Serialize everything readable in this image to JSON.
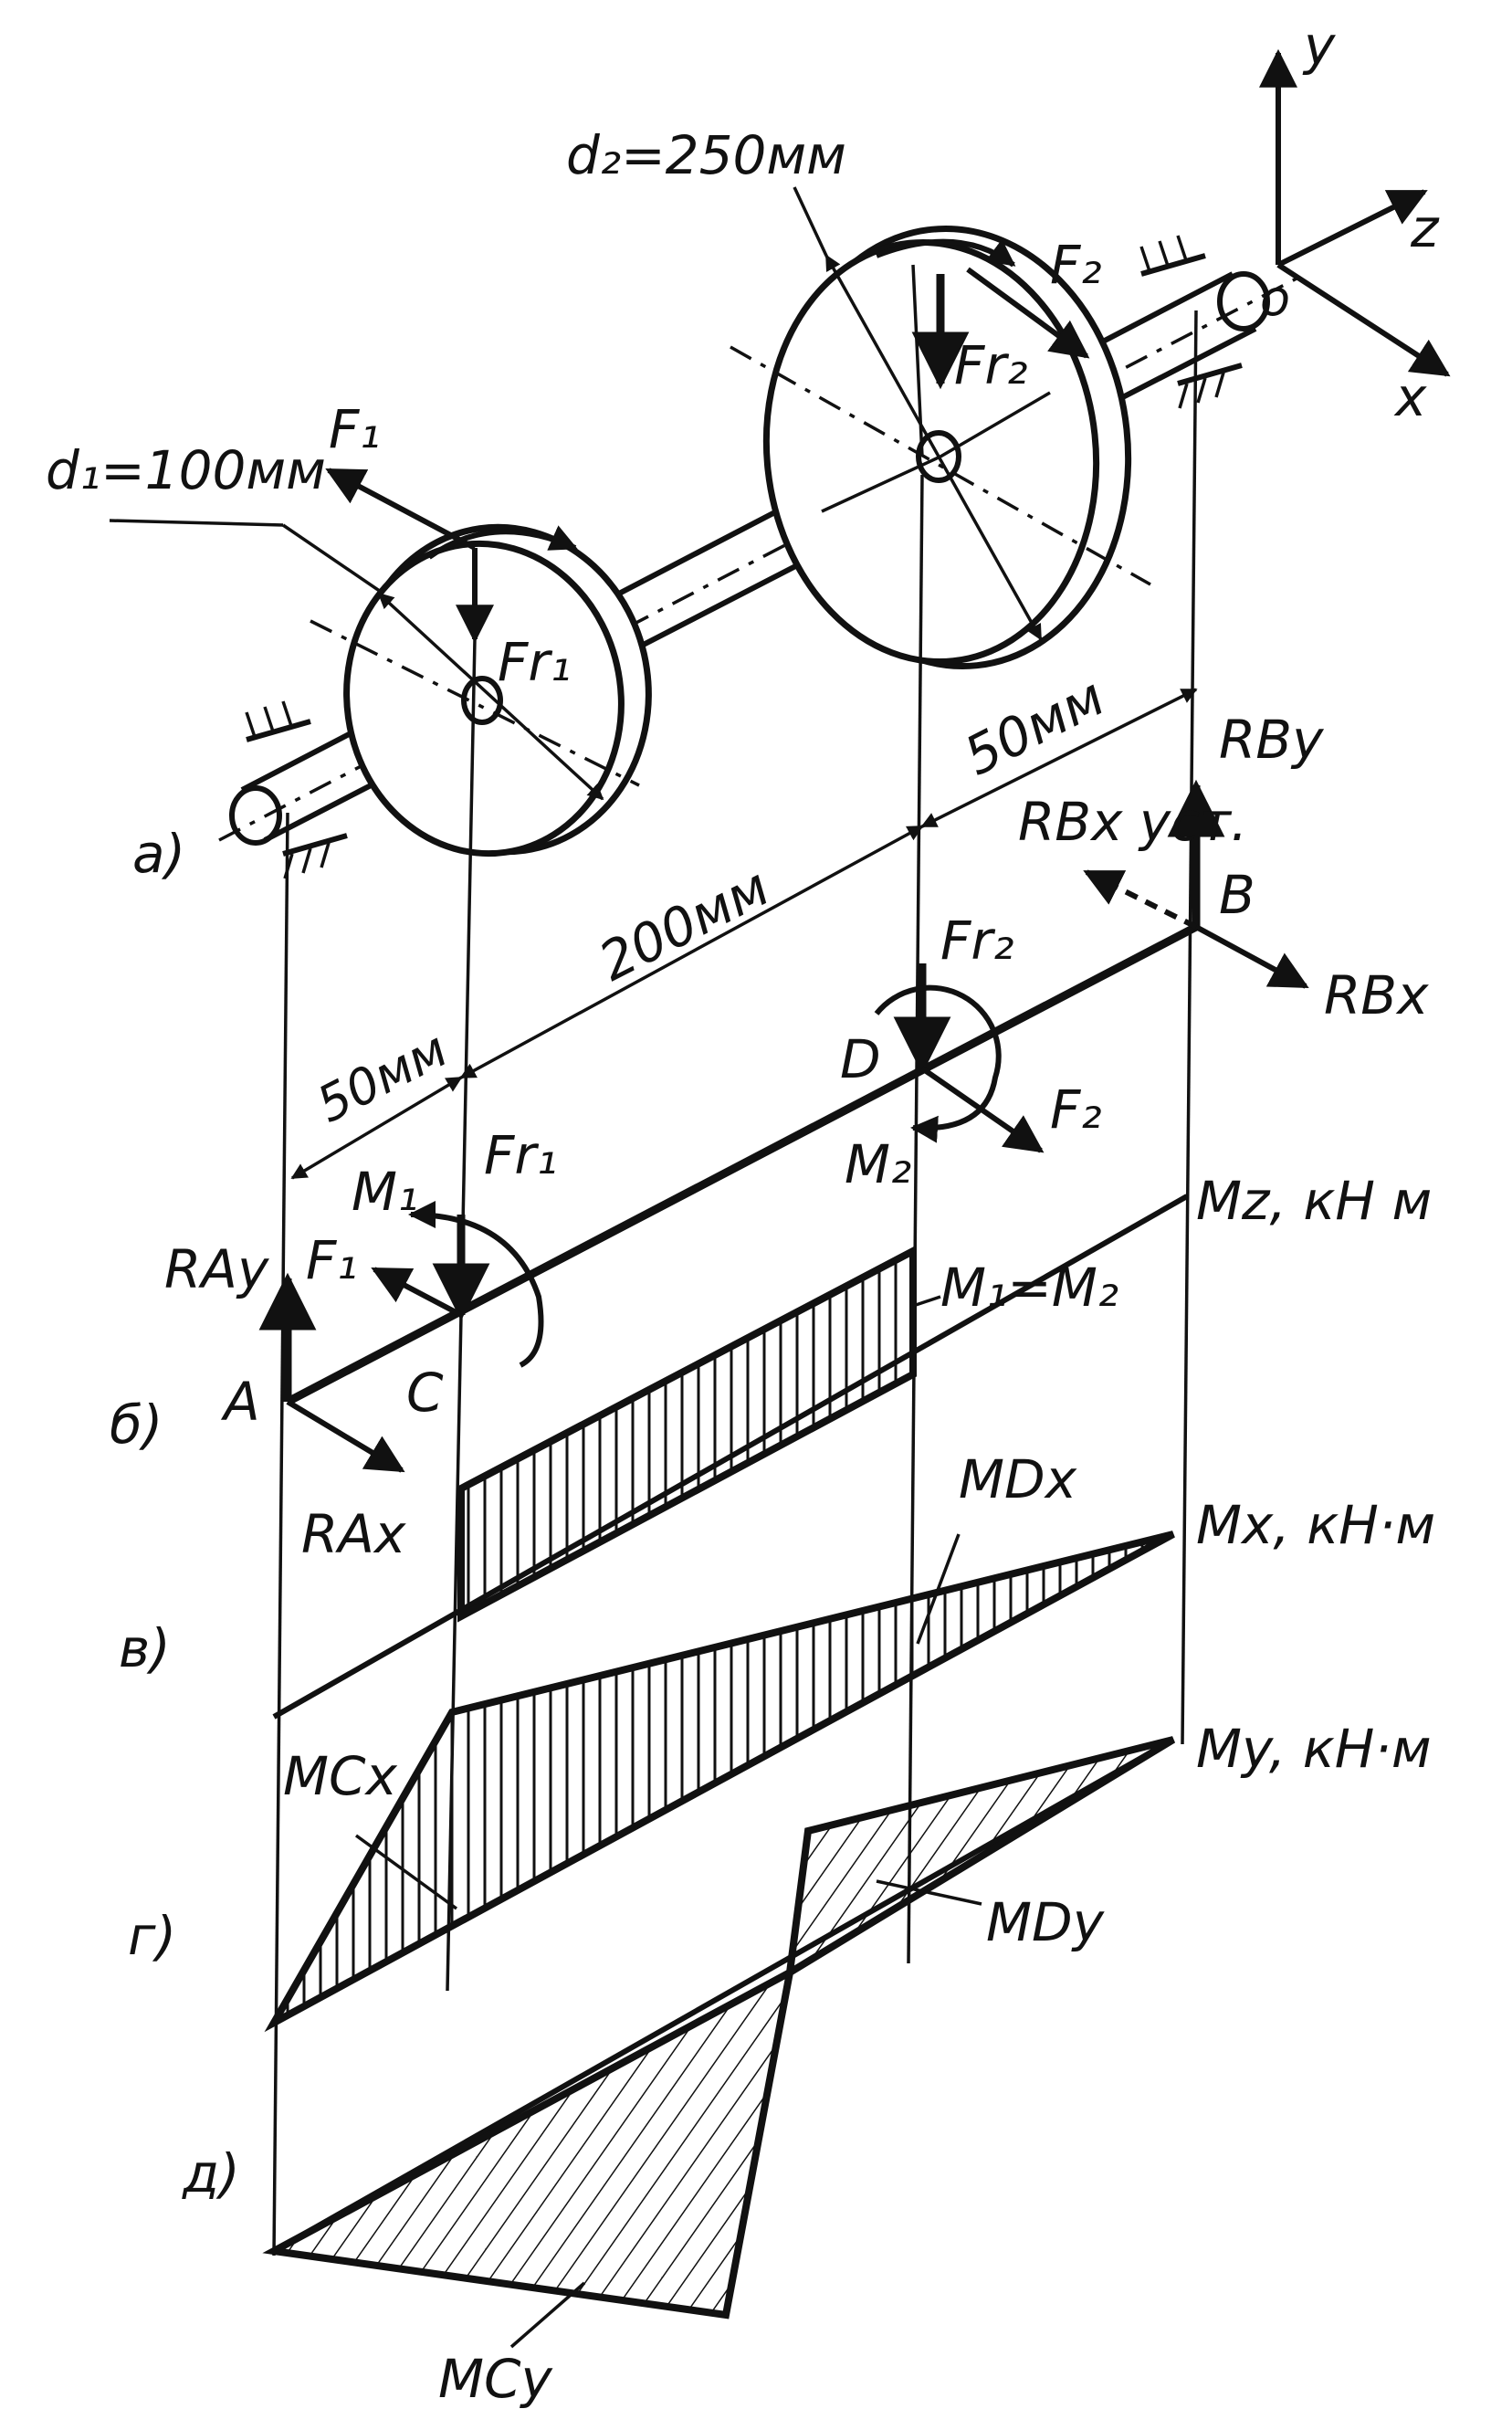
{
  "labels": {
    "d1": "d₁=100мм",
    "d2": "d₂=250мм",
    "F1_top": "F₁",
    "F2_top": "F₂",
    "Fr1_top": "Fr₁",
    "Fr2_top": "Fr₂",
    "axis_y": "y",
    "axis_z": "z",
    "axis_x": "x",
    "origin": "o",
    "dim_50_right": "50мм",
    "dim_200": "200мм",
    "dim_50_left": "50мм",
    "RBy": "RBy",
    "RBx_ust": "RBx уст.",
    "RBx": "RBx",
    "B": "B",
    "D": "D",
    "Fr2_mid": "Fr₂",
    "F2_mid": "F₂",
    "M2": "M₂",
    "M1": "M₁",
    "Fr1_mid": "Fr₁",
    "F1_mid": "F₁",
    "RAy": "RAy",
    "A": "A",
    "C": "C",
    "RAx": "RAx",
    "Mz_axis": "Mz, кН м",
    "M1_eq_M2": "M₁=M₂",
    "Mx_axis": "Mx, кН·м",
    "MDx": "MDx",
    "MCx": "MCx",
    "My_axis": "My, кН·м",
    "MDy": "MDy",
    "MCy": "MCy",
    "sec_a": "а)",
    "sec_b": "б)",
    "sec_v": "в)",
    "sec_g": "г)",
    "sec_d": "д)"
  }
}
